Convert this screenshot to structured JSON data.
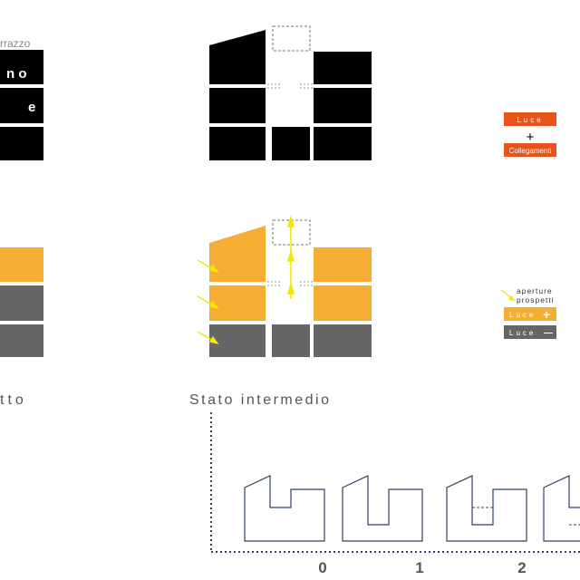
{
  "top_left": {
    "label_terrazzo": "rrazzo",
    "letter_row1": "n o",
    "letter_row2": "e"
  },
  "legend_top": {
    "luce": "Luce",
    "plus": "+",
    "collegamenti": "Collegamenti"
  },
  "legend_mid": {
    "aperture_line1": "aperture",
    "aperture_line2": "prospetti",
    "luce_plus": "Luce",
    "plus_sign": "+",
    "luce_minus": "Luce",
    "minus_sign": "—"
  },
  "captions": {
    "left": "tto",
    "intermediate": "Stato intermedio"
  },
  "timeline": {
    "ticks": [
      "0",
      "1",
      "2"
    ]
  },
  "colors": {
    "black": "#000000",
    "orange": "#e8531c",
    "yellow_orange": "#f5ae33",
    "gray": "#666666",
    "arrow_yellow": "#f5e600",
    "navy": "#2f4266"
  }
}
